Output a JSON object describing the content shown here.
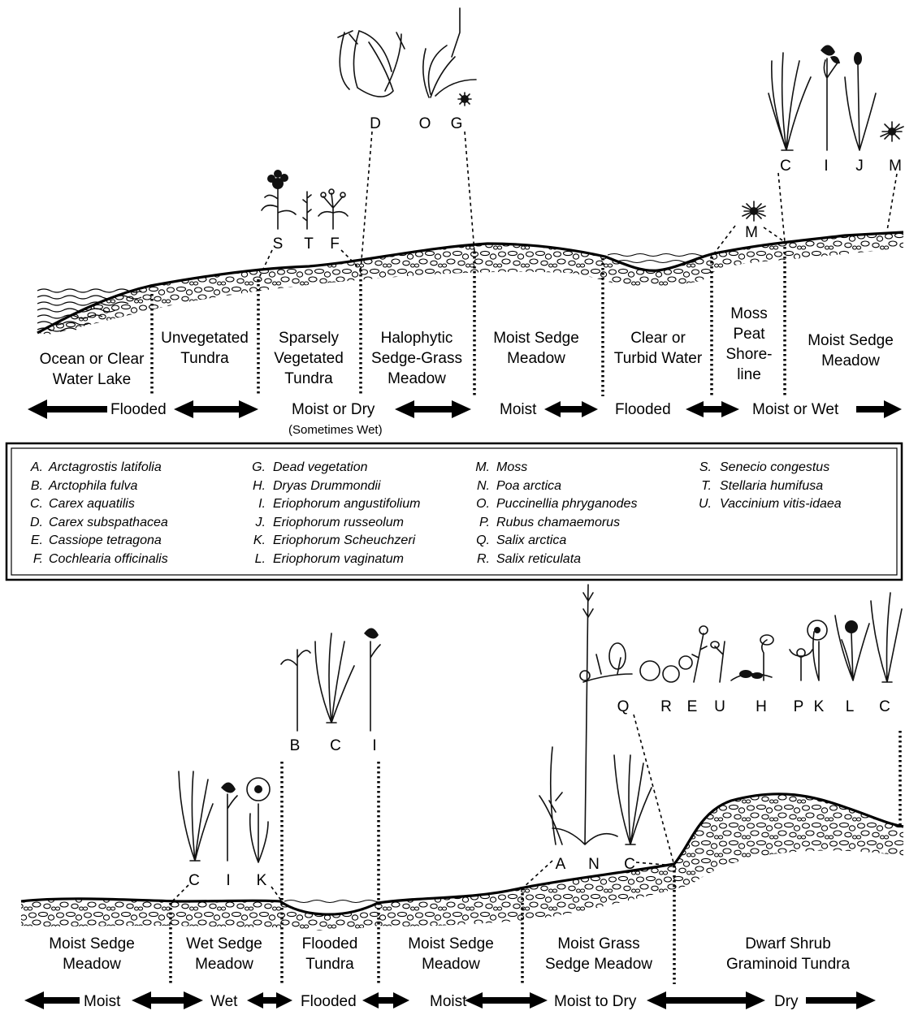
{
  "top_profile": {
    "zones": [
      {
        "lines": [
          "Ocean or Clear",
          "Water Lake"
        ]
      },
      {
        "lines": [
          "Unvegetated",
          "Tundra"
        ]
      },
      {
        "lines": [
          "Sparsely",
          "Vegetated",
          "Tundra"
        ]
      },
      {
        "lines": [
          "Halophytic",
          "Sedge-Grass",
          "Meadow"
        ]
      },
      {
        "lines": [
          "Moist Sedge",
          "Meadow"
        ]
      },
      {
        "lines": [
          "Clear or",
          "Turbid Water"
        ]
      },
      {
        "lines": [
          "Moss",
          "Peat",
          "Shore-",
          "line"
        ]
      },
      {
        "lines": [
          "Moist Sedge",
          "Meadow"
        ]
      }
    ],
    "moisture": [
      "Flooded",
      "Moist or Dry",
      "Moist",
      "Flooded",
      "Moist or Wet"
    ],
    "moisture_note": "(Sometimes Wet)",
    "plant_letters": [
      "S",
      "T",
      "F",
      "D",
      "O",
      "G",
      "M",
      "C",
      "I",
      "J",
      "M"
    ]
  },
  "legend": {
    "columns": [
      [
        {
          "code": "A.",
          "name": "Arctagrostis latifolia"
        },
        {
          "code": "B.",
          "name": "Arctophila fulva"
        },
        {
          "code": "C.",
          "name": "Carex aquatilis"
        },
        {
          "code": "D.",
          "name": "Carex subspathacea"
        },
        {
          "code": "E.",
          "name": "Cassiope tetragona"
        },
        {
          "code": "F.",
          "name": "Cochlearia officinalis"
        }
      ],
      [
        {
          "code": "G.",
          "name": "Dead vegetation"
        },
        {
          "code": "H.",
          "name": "Dryas Drummondii"
        },
        {
          "code": "I.",
          "name": "Eriophorum angustifolium"
        },
        {
          "code": "J.",
          "name": "Eriophorum russeolum"
        },
        {
          "code": "K.",
          "name": "Eriophorum Scheuchzeri"
        },
        {
          "code": "L.",
          "name": "Eriophorum vaginatum"
        }
      ],
      [
        {
          "code": "M.",
          "name": "Moss"
        },
        {
          "code": "N.",
          "name": "Poa arctica"
        },
        {
          "code": "O.",
          "name": "Puccinellia phryganodes"
        },
        {
          "code": "P.",
          "name": "Rubus chamaemorus"
        },
        {
          "code": "Q.",
          "name": "Salix arctica"
        },
        {
          "code": "R.",
          "name": "Salix reticulata"
        }
      ],
      [
        {
          "code": "S.",
          "name": "Senecio congestus"
        },
        {
          "code": "T.",
          "name": "Stellaria humifusa"
        },
        {
          "code": "U.",
          "name": "Vaccinium vitis-idaea"
        }
      ]
    ]
  },
  "bottom_profile": {
    "zones": [
      {
        "lines": [
          "Moist Sedge",
          "Meadow"
        ]
      },
      {
        "lines": [
          "Wet Sedge",
          "Meadow"
        ]
      },
      {
        "lines": [
          "Flooded",
          "Tundra"
        ]
      },
      {
        "lines": [
          "Moist Sedge",
          "Meadow"
        ]
      },
      {
        "lines": [
          "Moist  Grass",
          "Sedge Meadow"
        ]
      },
      {
        "lines": [
          "Dwarf Shrub",
          "Graminoid Tundra"
        ]
      }
    ],
    "moisture": [
      "Moist",
      "Wet",
      "Flooded",
      "Moist",
      "Moist to Dry",
      "Dry"
    ],
    "plant_letters": [
      "C",
      "I",
      "K",
      "B",
      "C",
      "I",
      "A",
      "N",
      "C",
      "Q",
      "R",
      "E",
      "U",
      "H",
      "P",
      "K",
      "L",
      "C"
    ]
  }
}
